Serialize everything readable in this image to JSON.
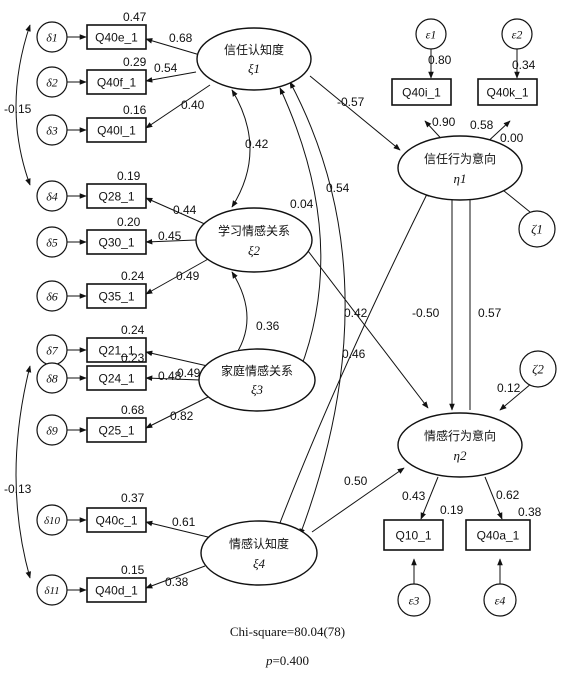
{
  "indicators": {
    "q40e": "Q40e_1",
    "q40f": "Q40f_1",
    "q40l": "Q40l_1",
    "q28": "Q28_1",
    "q30": "Q30_1",
    "q35": "Q35_1",
    "q21": "Q21_1",
    "q24": "Q24_1",
    "q25": "Q25_1",
    "q40c": "Q40c_1",
    "q40d": "Q40d_1",
    "q40i": "Q40i_1",
    "q40k": "Q40k_1",
    "q10": "Q10_1",
    "q40a": "Q40a_1"
  },
  "errors": {
    "d1": "δ1",
    "d2": "δ2",
    "d3": "δ3",
    "d4": "δ4",
    "d5": "δ5",
    "d6": "δ6",
    "d7": "δ7",
    "d8": "δ8",
    "d9": "δ9",
    "d10": "δ10",
    "d11": "δ11",
    "e1": "ε1",
    "e2": "ε2",
    "e3": "ε3",
    "e4": "ε4",
    "z1": "ζ1",
    "z2": "ζ2"
  },
  "latents": {
    "xi1": {
      "name": "信任认知度",
      "symbol": "ξ1"
    },
    "xi2": {
      "name": "学习情感关系",
      "symbol": "ξ2"
    },
    "xi3": {
      "name": "家庭情感关系",
      "symbol": "ξ3"
    },
    "xi4": {
      "name": "情感认知度",
      "symbol": "ξ4"
    },
    "eta1": {
      "name": "信任行为意向",
      "symbol": "η1"
    },
    "eta2": {
      "name": "情感行为意向",
      "symbol": "η2"
    }
  },
  "coefficients": {
    "r2_q40e": "0.47",
    "r2_q40f": "0.29",
    "r2_q40l": "0.16",
    "r2_q28": "0.19",
    "r2_q30": "0.20",
    "r2_q35": "0.24",
    "r2_q21": "0.24",
    "r2_q24": "0.23",
    "r2_q25": "0.68",
    "r2_q40c": "0.37",
    "r2_q40d": "0.15",
    "r2_q40i": "0.80",
    "r2_q40k": "0.34",
    "r2_q10": "0.19",
    "r2_q40a": "0.38",
    "l_q40e": "0.68",
    "l_q40f": "0.54",
    "l_q40l": "0.40",
    "l_q28": "0.44",
    "l_q30": "0.45",
    "l_q35": "0.49",
    "l_q21": "0.49",
    "l_q24": "0.48",
    "l_q25": "0.82",
    "l_q40c": "0.61",
    "l_q40d": "0.38",
    "l_q40i": "0.90",
    "l_q40k": "0.58",
    "l_q10": "0.43",
    "l_q40a": "0.62",
    "cov_d1_d4": "-0.15",
    "cov_d8_d11": "-0.13",
    "cor_xi1_xi2": "0.42",
    "cor_xi2_xi3": "0.36",
    "cor_xi1_xi3": "0.04",
    "cor_xi1_xi4": "0.54",
    "path_xi1_eta1": "-0.57",
    "path_xi2_eta2": "0.42",
    "path_xi4_eta1": "0.46",
    "path_xi4_eta2": "0.50",
    "path_eta2_eta1": "0.57",
    "path_eta1_eta2": "-0.50",
    "z1_eta1": "0.00",
    "z2_eta2": "0.12"
  },
  "fit": {
    "chi_square": "Chi-square=80.04(78)",
    "p_label": "p",
    "p_value": "=0.400"
  }
}
